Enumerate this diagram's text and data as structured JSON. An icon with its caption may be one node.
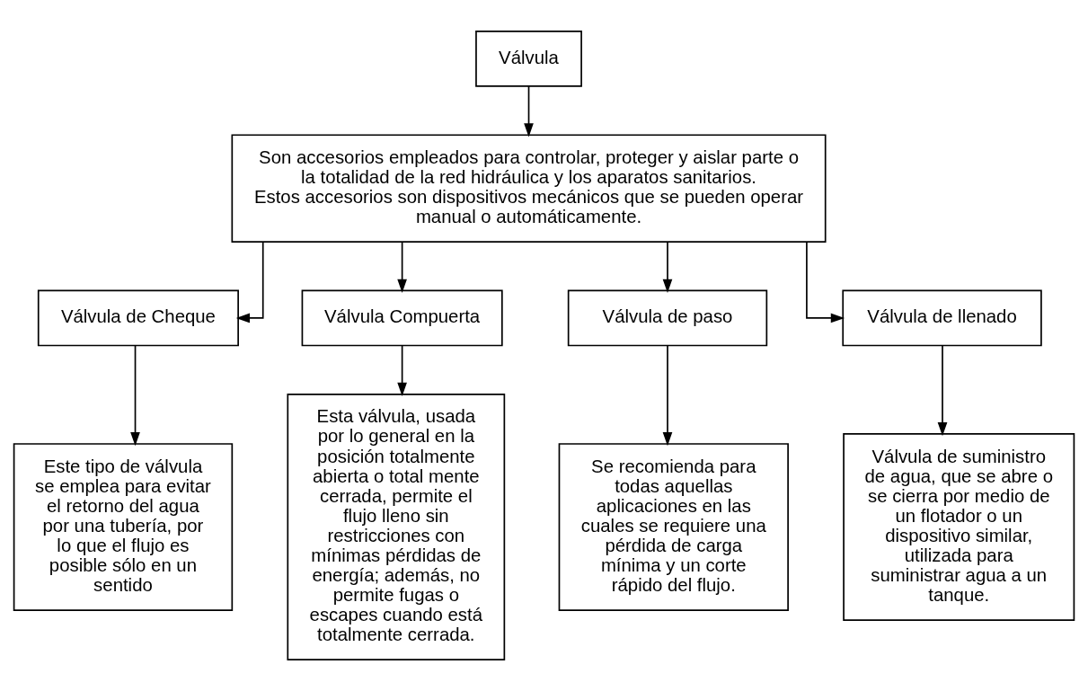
{
  "diagram": {
    "nodes": [
      {
        "text": [
          "Válvula"
        ]
      },
      {
        "text": [
          "Son accesorios empleados para controlar, proteger y aislar parte o la totalidad de la red hidráulica y los aparatos sanitarios.",
          "Estos accesorios son dispositivos mecánicos que se pueden operar manual o automáticamente."
        ]
      },
      {
        "text": [
          "Válvula de Cheque"
        ]
      },
      {
        "text": [
          "Válvula Compuerta"
        ]
      },
      {
        "text": [
          "Válvula de paso"
        ]
      },
      {
        "text": [
          "Válvula de llenado"
        ]
      },
      {
        "text": [
          "Este tipo de válvula se emplea para evitar el retorno del agua por una tubería, por lo que el flujo es posible sólo en un sentido"
        ]
      },
      {
        "text": [
          "Esta válvula, usada por lo general en la posición totalmente abierta o total mente cerrada, permite el flujo lleno sin restricciones con mínimas pérdidas de energía; además, no permite fugas o escapes cuando está totalmente cerrada."
        ]
      },
      {
        "text": [
          "Se recomienda para todas aquellas aplicaciones en las cuales se requiere una pérdida de carga mínima y un corte rápido del flujo."
        ]
      },
      {
        "text": [
          "Válvula de suministro de agua, que se abre o se cierra por medio de un flotador o un dispositivo similar, utilizada para suministrar agua a un tanque."
        ]
      }
    ],
    "edges": [
      {
        "from": 0,
        "to": 1,
        "arrow": "to"
      },
      {
        "from": 1,
        "to": 2,
        "arrow": "to"
      },
      {
        "from": 1,
        "to": 3,
        "arrow": "to"
      },
      {
        "from": 1,
        "to": 4,
        "arrow": "to"
      },
      {
        "from": 1,
        "to": 5,
        "arrow": "to"
      },
      {
        "from": 2,
        "to": 6,
        "arrow": "to"
      },
      {
        "from": 3,
        "to": 7,
        "arrow": "to"
      },
      {
        "from": 4,
        "to": 8,
        "arrow": "to"
      },
      {
        "from": 5,
        "to": 9,
        "arrow": "to"
      }
    ]
  }
}
